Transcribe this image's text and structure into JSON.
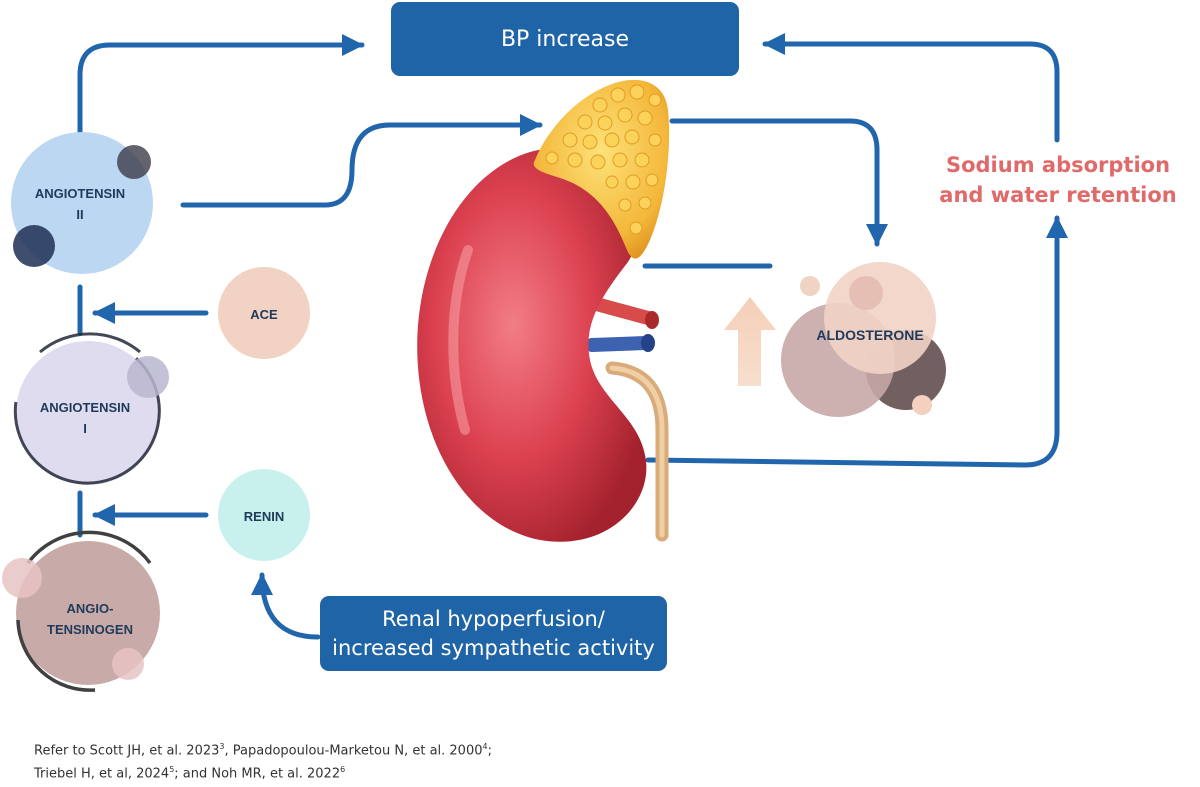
{
  "boxes": {
    "bp_increase": "BP increase",
    "renal_line1": "Renal hypoperfusion/",
    "renal_line2": "increased sympathetic activity"
  },
  "nodes": {
    "angiotensin_ii": {
      "line1": "ANGIOTENSIN",
      "line2": "II"
    },
    "angiotensin_i": {
      "line1": "ANGIOTENSIN",
      "line2": "I"
    },
    "angiotensinogen": {
      "line1": "ANGIO-",
      "line2": "TENSINOGEN"
    },
    "ace": "ACE",
    "renin": "RENIN",
    "aldosterone": "ALDOSTERONE"
  },
  "effect": {
    "line1": "Sodium absorption",
    "line2": "and water retention"
  },
  "references": {
    "part1": "Refer to Scott JH, et al. 2023",
    "sup1": "3",
    "part2": ", Papadopoulou-Marketou N, et al. 2000",
    "sup2": "4",
    "part3": "; Triebel H, et al, 2024",
    "sup3": "5",
    "part4": "; and Noh MR, et al. 2022",
    "sup4": "6"
  },
  "colors": {
    "arrow": "#2166ac",
    "box": "#1f64a6",
    "effect_text": "#e0696a",
    "angiotensin_ii": "#bcd7f1",
    "angiotensin_i": "#e0dcf0",
    "angiotensinogen": "#c8aaa8",
    "ace": "#f2d2c3",
    "renin": "#c8f1ee",
    "kidney": "#d83a49",
    "adrenal": "#f3b73a"
  },
  "icons": [
    "kidney-illustration",
    "adrenal-gland-illustration",
    "up-arrow-icon"
  ]
}
